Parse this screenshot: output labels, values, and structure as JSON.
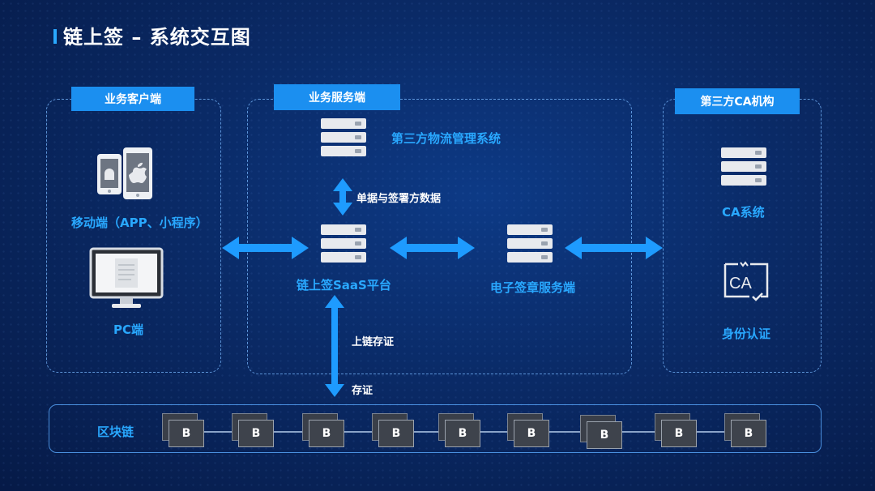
{
  "title": "链上签 – 系统交互图",
  "panels": {
    "client": {
      "tag": "业务客户端",
      "mobile_label": "移动端（APP、小程序）",
      "pc_label": "PC端"
    },
    "server": {
      "tag": "业务服务端",
      "logistics_label": "第三方物流管理系统",
      "saas_label": "链上签SaaS平台",
      "esign_label": "电子签章服务端",
      "arrow_data_label": "单据与签署方数据",
      "arrow_chain_label": "上链存证",
      "arrow_store_label": "存证"
    },
    "ca": {
      "tag": "第三方CA机构",
      "ca_system_label": "CA系统",
      "identity_label": "身份认证"
    }
  },
  "chain": {
    "label": "区块链",
    "blocks": [
      "B",
      "B",
      "B",
      "B",
      "B",
      "B",
      "B",
      "B",
      "B"
    ]
  },
  "icons": {
    "ca_badge_text": "CA"
  },
  "colors": {
    "accent": "#29a8ff",
    "tag_bg": "#1b8ff0",
    "arrow": "#1e9bff"
  }
}
